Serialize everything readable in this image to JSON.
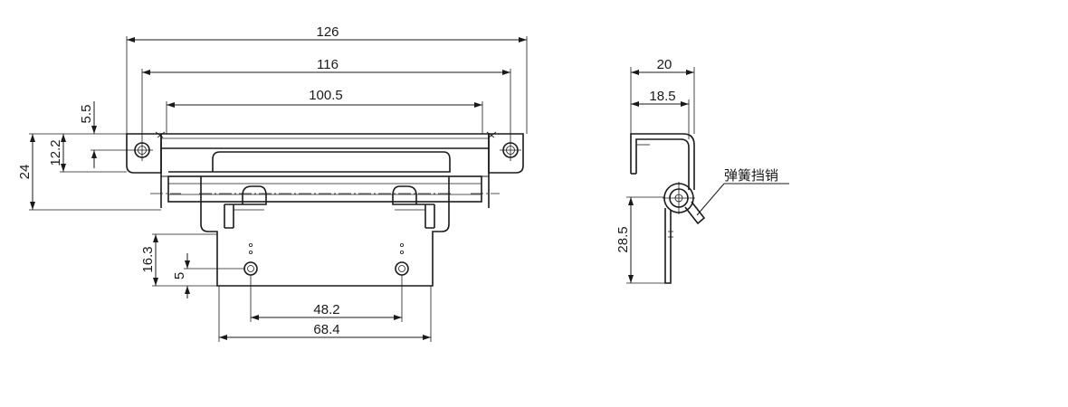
{
  "front_view": {
    "dim_overall_width": "126",
    "dim_hole_spacing_top": "116",
    "dim_bar_length": "100.5",
    "dim_hole_offset": "5.5",
    "dim_hole_height": "12.2",
    "dim_leaf_height": "24",
    "dim_plate_height": "16.3",
    "dim_plate_hole_offset": "5",
    "dim_plate_hole_spacing": "48.2",
    "dim_plate_width": "68.4"
  },
  "side_view": {
    "dim_top_width": "20",
    "dim_inner_width": "18.5",
    "dim_leg_height": "28.5",
    "callout_spring_pin": "弹簧挡销"
  }
}
